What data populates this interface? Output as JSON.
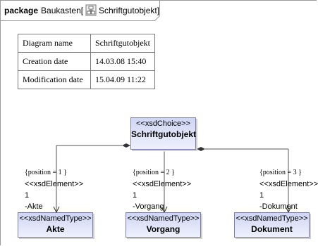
{
  "package": {
    "keyword": "package",
    "name": "Baukasten",
    "ref_name": "Schriftgutobjekt"
  },
  "info_table": [
    {
      "key": "Diagram name",
      "value": "Schriftgutobjekt"
    },
    {
      "key": "Creation date",
      "value": "14.03.08 15:40"
    },
    {
      "key": "Modification date",
      "value": "15.04.09 11:22"
    }
  ],
  "choice": {
    "stereotype": "<<xsdChoice>>",
    "name": "Schriftgutobjekt"
  },
  "elements": [
    {
      "constraint": "{position = 1 }",
      "stereotype": "<<xsdElement>>",
      "multiplicity": "1",
      "role": "-Akte",
      "type_stereotype": "<<xsdNamedType>>",
      "type_name": "Akte"
    },
    {
      "constraint": "{position = 2 }",
      "stereotype": "<<xsdElement>>",
      "multiplicity": "1",
      "role": "-Vorgang",
      "type_stereotype": "<<xsdNamedType>>",
      "type_name": "Vorgang"
    },
    {
      "constraint": "{position = 3 }",
      "stereotype": "<<xsdElement>>",
      "multiplicity": "1",
      "role": "-Dokument",
      "type_stereotype": "<<xsdNamedType>>",
      "type_name": "Dokument"
    }
  ]
}
